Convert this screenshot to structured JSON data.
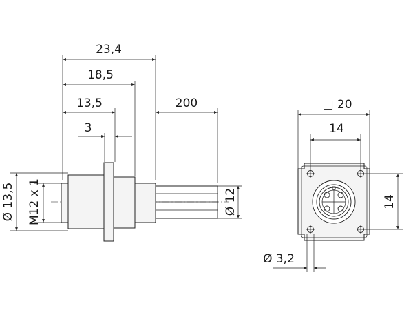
{
  "side_view": {
    "dimensions": {
      "overall_length": "23,4",
      "body_length": "18,5",
      "thread_length": "13,5",
      "flange_offset": "3",
      "cable_length": "200",
      "outer_diameter": "Ø 13,5",
      "thread": "M12 x 1",
      "cable_diameter": "Ø 12"
    }
  },
  "front_view": {
    "dimensions": {
      "flange_square": "□ 20",
      "hole_spacing_horizontal": "14",
      "hole_spacing_vertical": "14",
      "hole_diameter": "Ø 3,2"
    },
    "contact_count": 4,
    "mounting_hole_count": 4
  },
  "colors": {
    "line": "#222222",
    "fill": "#f4f4f4",
    "background": "#ffffff"
  }
}
